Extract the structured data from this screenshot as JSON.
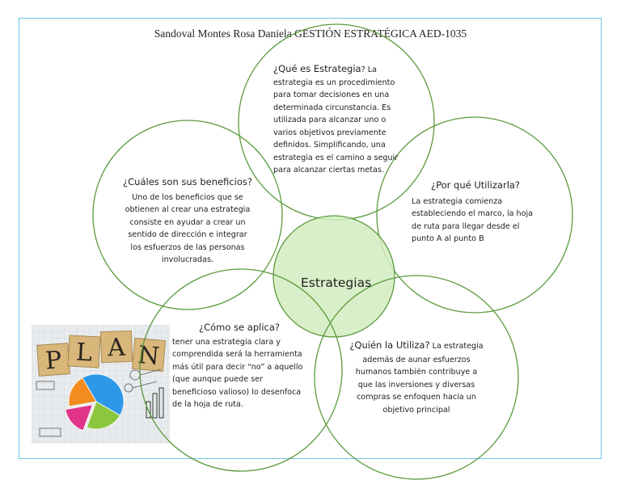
{
  "title": "Sandoval Montes Rosa Daniela GESTIÓN ESTRATÉGICA AED-1035",
  "center": {
    "label": "Estrategias",
    "fill": "#d2ecbf",
    "stroke": "#5a9a3c"
  },
  "circle_stroke": "#5a9a3c",
  "sections": {
    "que": {
      "heading": "¿Qué es Estrategia",
      "heading_suffix": "? La",
      "lines": [
        "estrategia es un procedimiento",
        "para tomar decisiones en una",
        "determinada circunstancia. Es",
        "utilizada para alcanzar uno o",
        "varios objetivos previamente",
        "definidos. Simplificando, una",
        "estrategia es el camino a seguir",
        "para alcanzar ciertas metas."
      ]
    },
    "beneficios": {
      "heading": "¿Cuáles son sus beneficios?",
      "lines": [
        "Uno de los beneficios que se",
        "obtienen al crear una estrategia",
        "consiste en ayudar a crear un",
        "sentido de dirección e integrar",
        "los esfuerzos de las personas",
        "involucradas."
      ]
    },
    "porque": {
      "heading": "¿Por qué Utilizarla?",
      "lines": [
        "La estrategia comienza",
        "estableciendo el marco, la hoja",
        "de ruta para llegar desde el",
        "punto A al punto B"
      ]
    },
    "aplica": {
      "heading": "¿Cómo se aplica?",
      "lines": [
        "tener una estrategia clara y",
        "comprendida será la herramienta",
        "más útil para decir “no” a aquello",
        "(que aunque puede ser",
        "beneficioso  valioso) lo desenfoca",
        "de la hoja de ruta."
      ]
    },
    "quien": {
      "heading": "¿Quién la Utiliza?",
      "heading_suffix": " La estrategia",
      "lines": [
        "además de aunar esfuerzos",
        "humanos también contribuye a",
        "que las inversiones y diversas",
        "compras se enfoquen hacia un",
        "objetivo principal"
      ]
    }
  },
  "image": {
    "letters": [
      "P",
      "L",
      "A",
      "N"
    ],
    "tile_color": "#d9b77a",
    "letter_color": "#2a2620",
    "pie_colors": [
      "#2e98e8",
      "#8cc63f",
      "#e0348a",
      "#f28c1e"
    ]
  }
}
